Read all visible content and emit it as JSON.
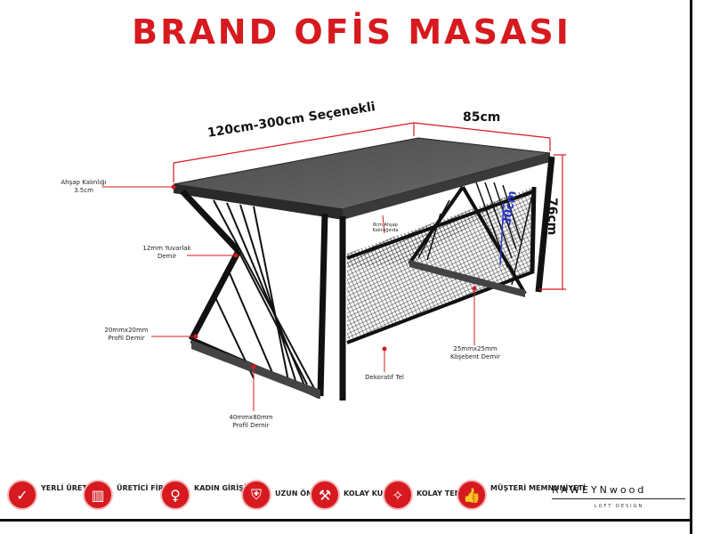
{
  "title": "BRAND OFİS MASASI",
  "dimensions": {
    "length": "120cm-300cm Seçenekli",
    "width": "85cm",
    "height": "76cm",
    "basket_height": "30cm"
  },
  "labels": {
    "wood_thickness": "Ahşap Kalınlığı 3.5cm",
    "round_iron": "12mm Yuvarlak Demir",
    "profile_iron_20": "20mmx20mm Profil Demir",
    "profile_iron_40": "40mmx80mm Profil Demir",
    "wood_thickness_shelf": "8cm Ahşap Kalınlığında",
    "decorative_wire": "Dekoratif Tel",
    "corner_iron": "25mmx25mm Köşebent Demir"
  },
  "features": [
    {
      "icon": "yerli-uretim-icon",
      "glyph": "✓",
      "label": "YERLİ ÜRETİM"
    },
    {
      "icon": "factory-icon",
      "glyph": "▥",
      "label": "ÜRETİCİ FİRMA"
    },
    {
      "icon": "woman-icon",
      "glyph": "♀",
      "label": "KADIN GİRİŞİMCİ"
    },
    {
      "icon": "shield-icon",
      "glyph": "⛨",
      "label": "UZUN ÖMÜRLÜ"
    },
    {
      "icon": "drill-icon",
      "glyph": "⚒",
      "label": "KOLAY KURULUM"
    },
    {
      "icon": "cleaning-icon",
      "glyph": "✧",
      "label": "KOLAY TEMİZLİK"
    },
    {
      "icon": "thumbs-up-icon",
      "glyph": "👍",
      "label": "MÜŞTERİ MEMNUNİYETİ"
    }
  ],
  "brand": {
    "name": "RAWEYNwood",
    "tagline": "LOFT DESIGN"
  },
  "colors": {
    "accent": "#d61a1f",
    "measure_blue": "#2b36c9"
  }
}
